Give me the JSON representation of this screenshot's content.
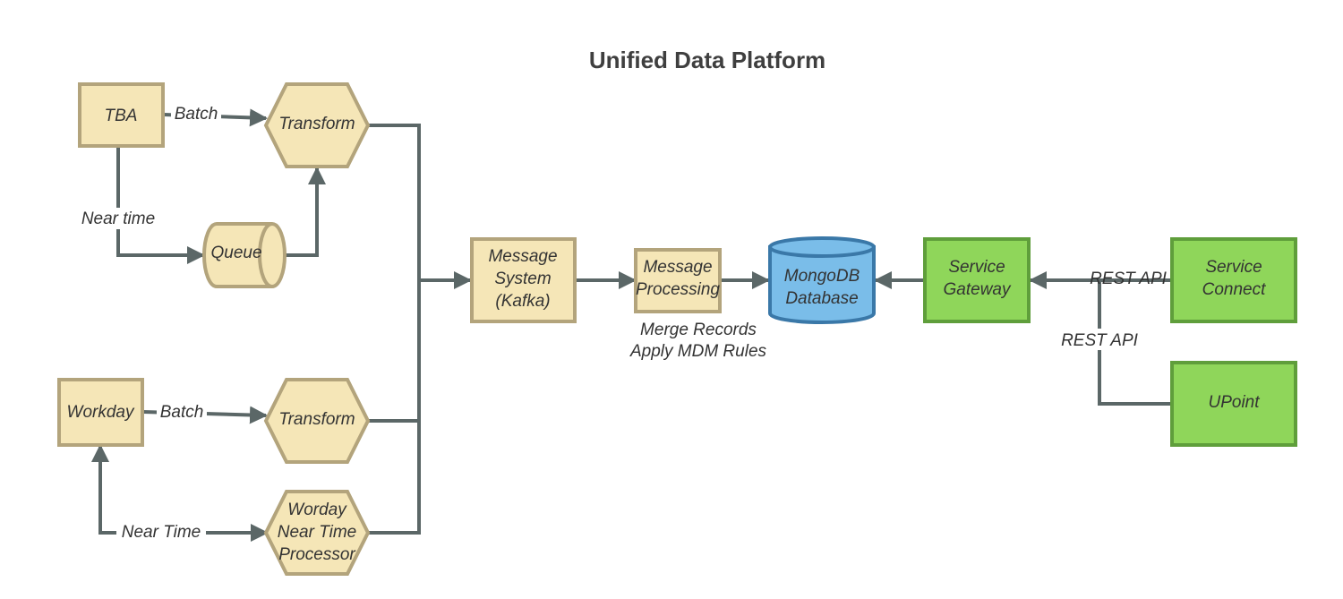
{
  "title": "Unified Data Platform",
  "colors": {
    "tan_fill": "#f5e6b7",
    "tan_stroke": "#b3a47c",
    "blue_fill": "#7abde9",
    "blue_stroke": "#3a78a8",
    "green_fill": "#8fd65a",
    "green_stroke": "#5f9e3b",
    "connector": "#5b6767"
  },
  "nodes": {
    "tba": "TBA",
    "transform_top": "Transform",
    "queue": "Queue",
    "workday": "Workday",
    "transform_bottom": "Transform",
    "worday_processor": [
      "Worday",
      "Near Time",
      "Processor"
    ],
    "message_system": [
      "Message",
      "System",
      "(Kafka)"
    ],
    "message_processing": [
      "Message",
      "Processing"
    ],
    "mongodb": [
      "MongoDB",
      "Database"
    ],
    "service_gateway": [
      "Service",
      "Gateway"
    ],
    "service_connect": [
      "Service",
      "Connect"
    ],
    "upoint": "UPoint"
  },
  "edge_labels": {
    "tba_batch": "Batch",
    "tba_near_time": "Near time",
    "workday_batch": "Batch",
    "workday_near_time": "Near Time",
    "rest_api_connect": "REST API",
    "rest_api_upoint": "REST API"
  },
  "annotations": {
    "processing_notes": [
      "Merge Records",
      "Apply MDM Rules"
    ]
  }
}
